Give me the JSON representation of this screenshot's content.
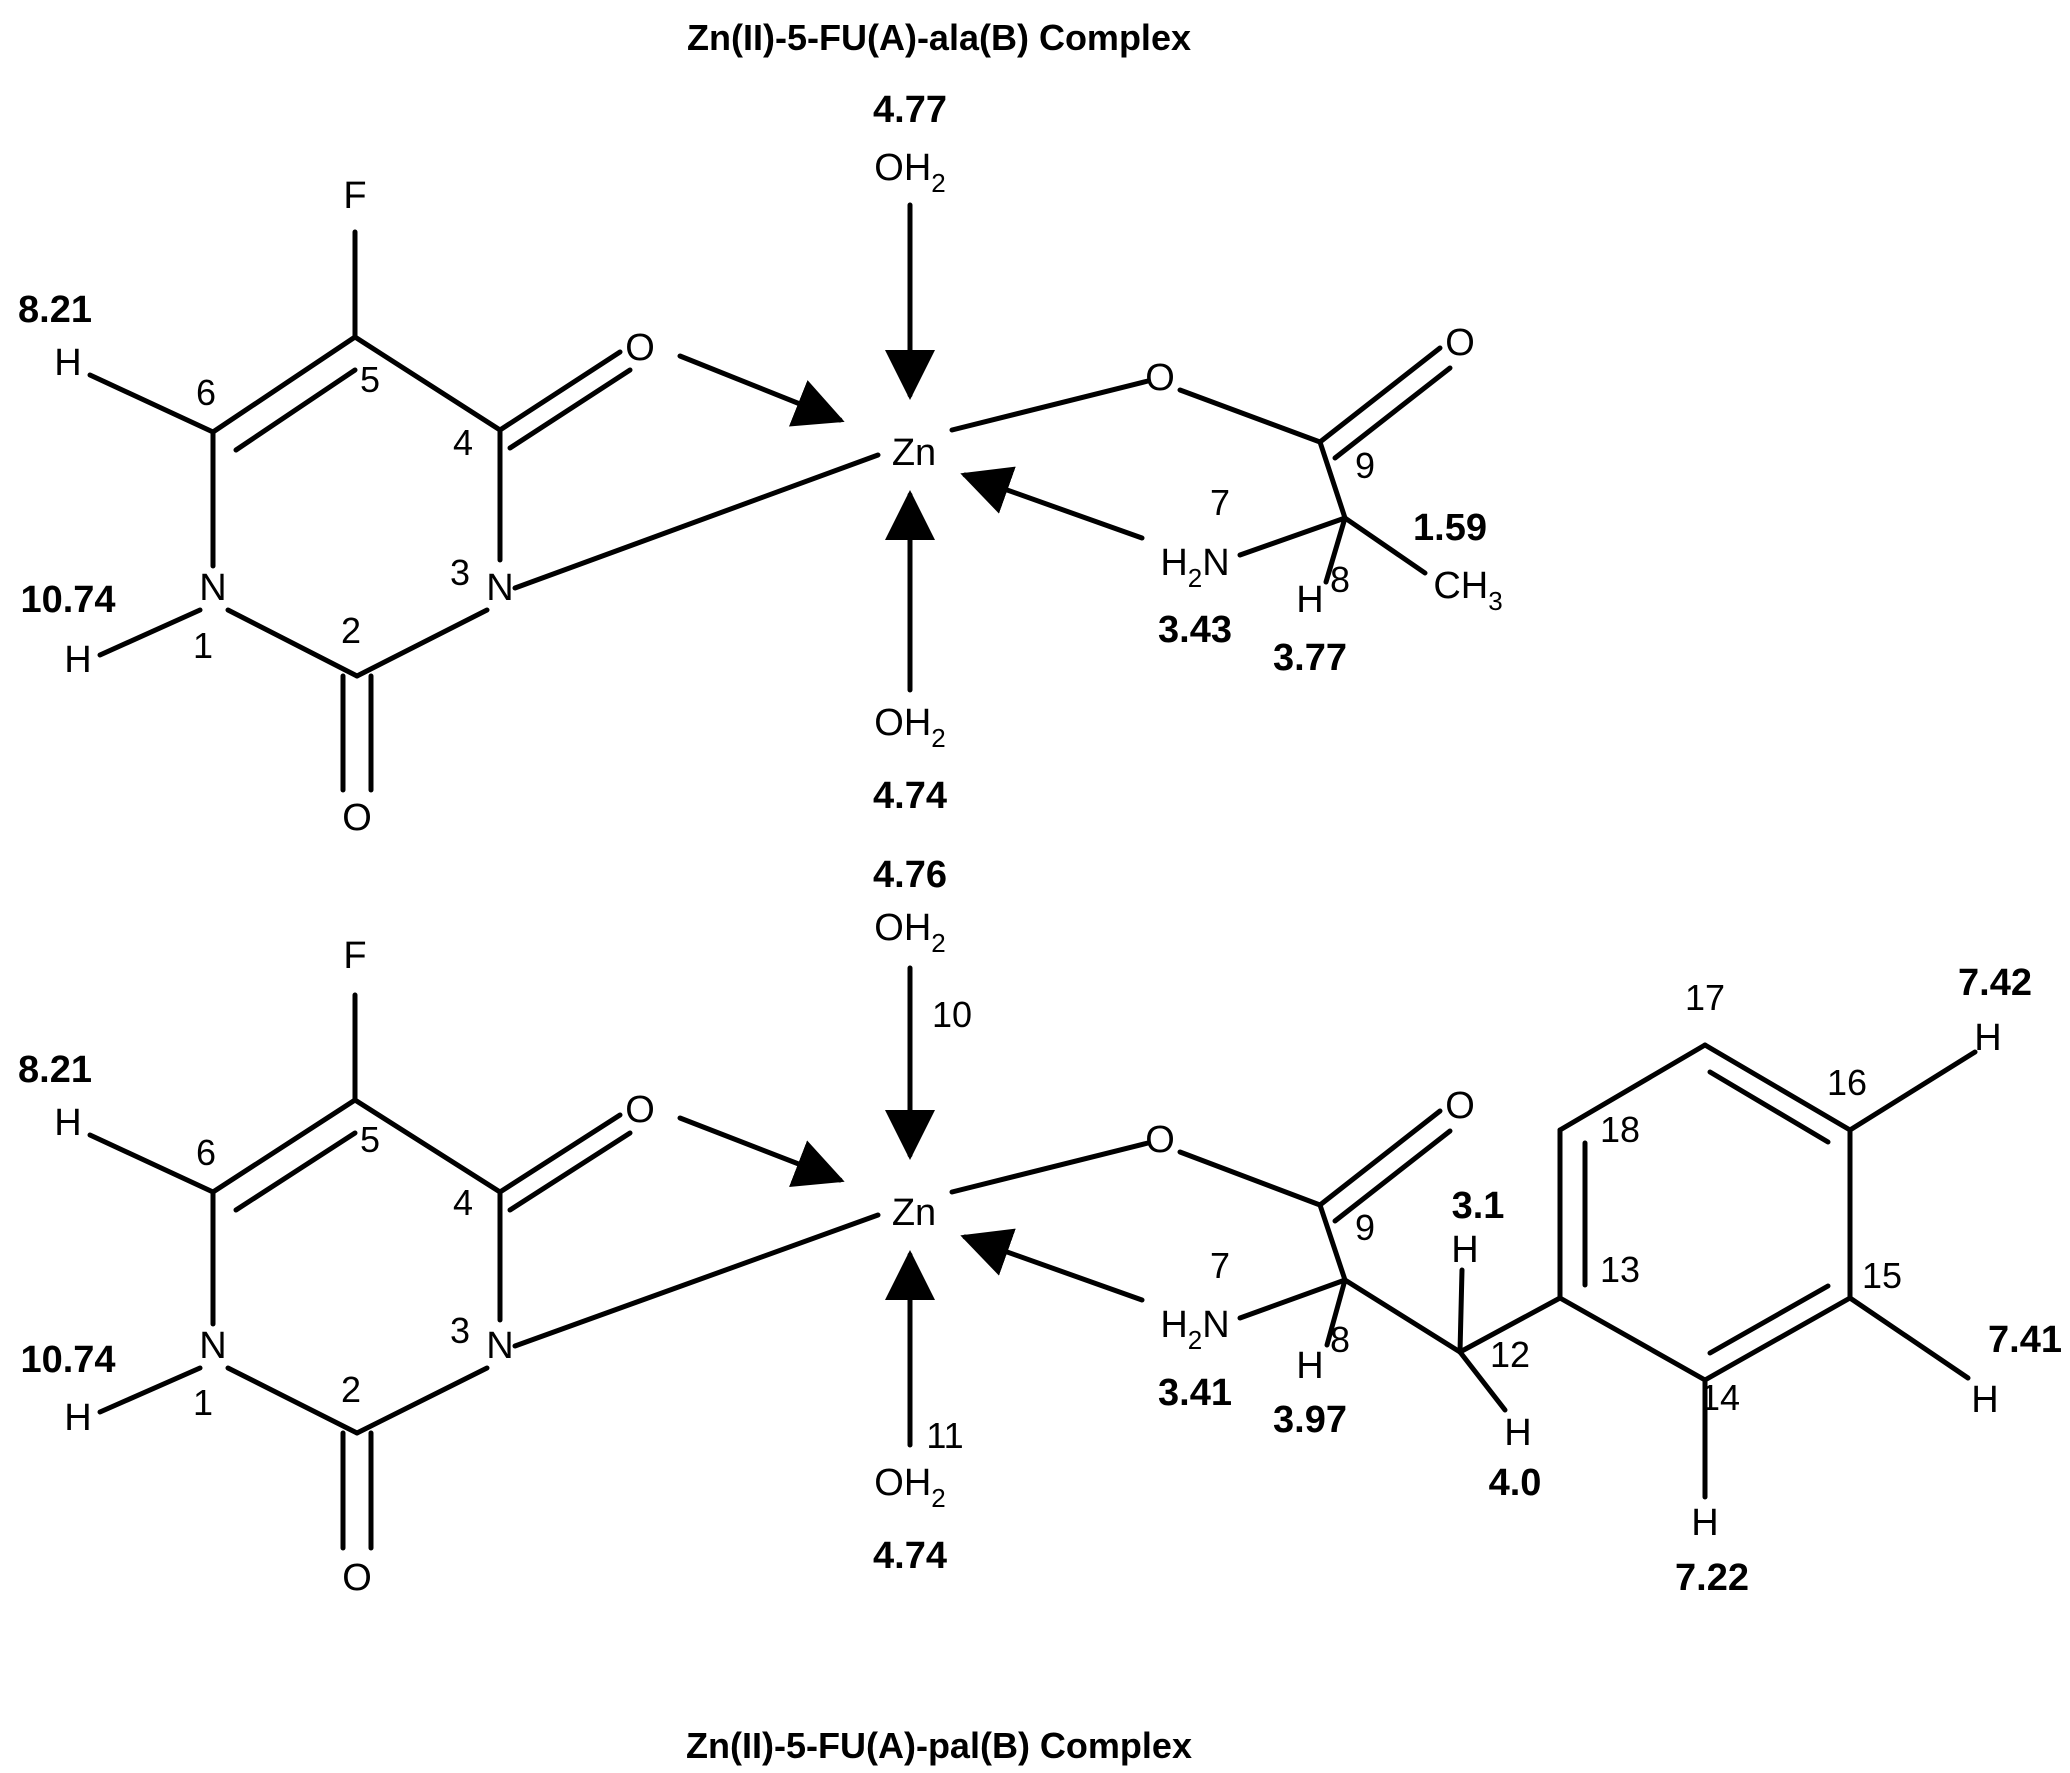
{
  "top": {
    "title": "Zn(II)-5-FU(A)-ala(B) Complex",
    "atoms": {
      "F": "F",
      "O4": "O",
      "O2": "O",
      "N3": "N",
      "N1": "N",
      "H6": "H",
      "H1": "H",
      "Zn": "Zn",
      "OH2_top": "OH",
      "OH2_bot": "OH",
      "sub2": "2",
      "Ocarb": "O",
      "Odbl": "O",
      "N7": "N",
      "H2": "H",
      "H8": "H",
      "CH3": "CH",
      "sub3": "3"
    },
    "numbers": [
      "6",
      "5",
      "4",
      "3",
      "2",
      "1",
      "7",
      "9",
      "8"
    ],
    "shifts": {
      "h6": "8.21",
      "h1": "10.74",
      "oh2_top": "4.77",
      "oh2_bot": "4.74",
      "ch3": "1.59",
      "nh2": "3.43",
      "h8": "3.77"
    }
  },
  "bottom": {
    "title": "Zn(II)-5-FU(A)-pal(B) Complex",
    "atoms": {
      "F": "F",
      "O4": "O",
      "O2": "O",
      "N3": "N",
      "N1": "N",
      "H6": "H",
      "H1": "H",
      "Zn": "Zn",
      "OH2_top": "OH",
      "OH2_bot": "OH",
      "sub2": "2",
      "Ocarb": "O",
      "Odbl": "O",
      "N7": "N",
      "H2": "H",
      "H8": "H",
      "H12a": "H",
      "H12b": "H",
      "H14": "H",
      "H15": "H",
      "H16": "H"
    },
    "numbers": [
      "6",
      "5",
      "4",
      "3",
      "2",
      "1",
      "10",
      "11",
      "7",
      "9",
      "8",
      "12",
      "13",
      "14",
      "15",
      "16",
      "17",
      "18"
    ],
    "shifts": {
      "h6": "8.21",
      "h1": "10.74",
      "oh2_top": "4.76",
      "oh2_bot": "4.74",
      "nh2": "3.41",
      "h8": "3.97",
      "h12a": "3.1",
      "h12b": "4.0",
      "h14": "7.22",
      "h15": "7.41",
      "h16": "7.42"
    }
  }
}
